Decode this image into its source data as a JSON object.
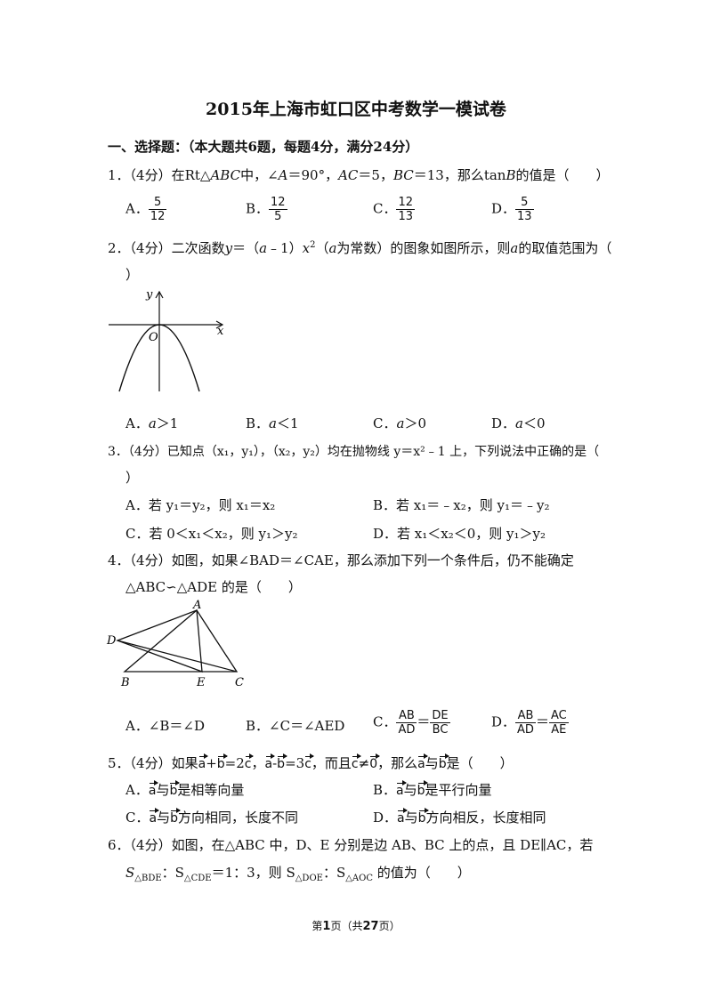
{
  "title": "2015年上海市虹口区中考数学一模试卷",
  "section": "一、选择题：（本大题共6题，每题4分，满分24分）",
  "q1": {
    "num": "1．（4分）在",
    "text_a": "Rt△",
    "text_b": "ABC",
    "text_c": "中，∠",
    "text_d": "A",
    "text_e": "＝90°，",
    "text_f": "AC",
    "text_g": "＝5，",
    "text_h": "BC",
    "text_i": "＝13，那么",
    "text_j": "tan",
    "text_k": "B",
    "text_l": "的值是（　　）",
    "options": {
      "A": {
        "label": "A．",
        "num": "5",
        "den": "12"
      },
      "B": {
        "label": "B．",
        "num": "12",
        "den": "5"
      },
      "C": {
        "label": "C．",
        "num": "12",
        "den": "13"
      },
      "D": {
        "label": "D．",
        "num": "5",
        "den": "13"
      }
    }
  },
  "q2": {
    "line1_a": "2．（4分）二次函数",
    "line1_b": "y",
    "line1_c": "＝（",
    "line1_d": "a",
    "line1_e": "﹣1）",
    "line1_f": "x",
    "line1_g": "2",
    "line1_h": "（",
    "line1_i": "a",
    "line1_j": "为常数）的图象如图所示，则",
    "line1_k": "a",
    "line1_l": "的取值范围为（",
    "line2": "）",
    "graph": {
      "y_label": "y",
      "x_label": "x",
      "origin": "O"
    },
    "options": {
      "A": {
        "label": "A．",
        "var": "a",
        "rel": "＞1"
      },
      "B": {
        "label": "B．",
        "var": "a",
        "rel": "＜1"
      },
      "C": {
        "label": "C．",
        "var": "a",
        "rel": "＞0"
      },
      "D": {
        "label": "D．",
        "var": "a",
        "rel": "＜0"
      }
    }
  },
  "q3": {
    "line1": "3．（4分）已知点（x₁，y₁），（x₂，y₂）均在抛物线 y＝x²﹣1 上，下列说法中正确的是（",
    "line2": "）",
    "options": {
      "A": "A．若 y₁＝y₂，则 x₁＝x₂",
      "B": "B．若 x₁＝﹣x₂，则 y₁＝﹣y₂",
      "C": "C．若 0＜x₁＜x₂，则 y₁＞y₂",
      "D": "D．若 x₁＜x₂＜0，则 y₁＞y₂"
    }
  },
  "q4": {
    "line1": "4．（4分）如图，如果∠BAD＝∠CAE，那么添加下列一个条件后，仍不能确定",
    "line2": "△ABC∽△ADE 的是（　　）",
    "figure": {
      "A": "A",
      "B": "B",
      "C": "C",
      "D": "D",
      "E": "E"
    },
    "options": {
      "A": "A．∠B＝∠D",
      "B": "B．∠C＝∠AED",
      "C": {
        "label": "C．",
        "n1": "AB",
        "d1": "AD",
        "eq": "＝",
        "n2": "DE",
        "d2": "BC"
      },
      "D": {
        "label": "D．",
        "n1": "AB",
        "d1": "AD",
        "eq": "＝",
        "n2": "AC",
        "d2": "AE"
      }
    }
  },
  "q5": {
    "a": "5．（4分）如果",
    "v1": "a",
    "p1": "+",
    "v2": "b",
    "e1": "=2",
    "v3": "c",
    "sep": "，",
    "v4": "a",
    "m1": "-",
    "v5": "b",
    "e2": "=3",
    "v6": "c",
    "b": "，而且",
    "v7": "c",
    "neq": "≠",
    "v8": "0",
    "c": "，那么",
    "v9": "a",
    "d": "与",
    "v10": "b",
    "e": "是（　　）",
    "options": {
      "A": {
        "label": "A．",
        "va": "a",
        "mid": "与",
        "vb": "b",
        "rest": "是相等向量"
      },
      "B": {
        "label": "B．",
        "va": "a",
        "mid": "与",
        "vb": "b",
        "rest": "是平行向量"
      },
      "C": {
        "label": "C．",
        "va": "a",
        "mid": "与",
        "vb": "b",
        "rest": "方向相同，长度不同"
      },
      "D": {
        "label": "D．",
        "va": "a",
        "mid": "与",
        "vb": "b",
        "rest": "方向相反，长度相同"
      }
    }
  },
  "q6": {
    "line1": "6．（4分）如图，在△ABC 中，D、E 分别是边 AB、BC 上的点，且 DE∥AC，若",
    "line2_a": "S",
    "line2_b": "△BDE",
    "line2_c": "：S",
    "line2_d": "△CDE",
    "line2_e": "＝1：3，则 S",
    "line2_f": "△DOE",
    "line2_g": "：S",
    "line2_h": "△AOC",
    "line2_i": " 的值为（　　）"
  },
  "footer": {
    "a": "第",
    "page": "1",
    "b": "页（共",
    "total": "27",
    "c": "页）"
  }
}
